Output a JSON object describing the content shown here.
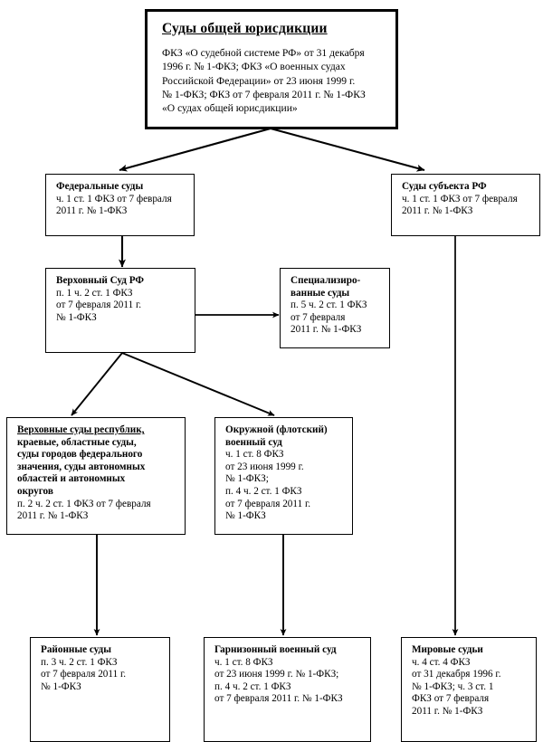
{
  "diagram": {
    "title_box": {
      "heading": "Суды общей юрисдикции",
      "body": "ФКЗ «О судебной системе  РФ» от 31 декабря\n1996 г. № 1-ФКЗ; ФКЗ «О военных судах\nРоссийской Федерации» от 23 июня 1999 г.\n№ 1-ФКЗ; ФКЗ от 7 февраля  2011 г. № 1-ФКЗ\n«О судах общей юрисдикции»"
    },
    "nodes": [
      {
        "id": "federal-courts",
        "heading": "Федеральные суды",
        "body": "ч. 1 ст. 1 ФКЗ от 7 февраля\n2011 г. № 1-ФКЗ"
      },
      {
        "id": "subject-courts",
        "heading": "Суды субъекта  РФ",
        "body": "ч. 1 ст. 1 ФКЗ от 7 февраля\n2011 г. № 1-ФКЗ"
      },
      {
        "id": "supreme-court-rf",
        "heading": "Верховный Суд РФ",
        "body": "п. 1 ч. 2 ст. 1 ФКЗ\nот 7 февраля 2011 г.\n№ 1-ФКЗ"
      },
      {
        "id": "specialized-courts",
        "heading": "Специализиро-\nванные суды",
        "body": "п. 5 ч. 2 ст. 1 ФКЗ\nот 7 февраля\n2011 г. № 1-ФКЗ"
      },
      {
        "id": "republic-supreme-courts",
        "heading_underlined": "Верховные суды республик,",
        "heading_rest": "краевые, областные суды,\nсуды городов федерального\nзначения, суды автономных\nобластей и автономных\nокругов",
        "body": "п. 2 ч. 2 ст. 1 ФКЗ от 7 февраля\n2011 г.  № 1-ФКЗ"
      },
      {
        "id": "district-naval-military-court",
        "heading": "Окружной (флотский)\nвоенный суд",
        "body": "ч. 1 ст. 8 ФКЗ\nот 23 июня 1999 г.\n№ 1-ФКЗ;\nп. 4 ч. 2 ст. 1 ФКЗ\nот 7 февраля 2011 г.\n№ 1-ФКЗ"
      },
      {
        "id": "district-courts",
        "heading": "Районные суды",
        "body": "п. 3 ч. 2 ст. 1 ФКЗ\nот 7 февраля 2011 г.\n№ 1-ФКЗ"
      },
      {
        "id": "garrison-military-court",
        "heading": "Гарнизонный военный суд",
        "body": "ч. 1 ст. 8 ФКЗ\nот 23 июня 1999 г. № 1-ФКЗ;\nп. 4  ч. 2 ст. 1 ФКЗ\nот 7 февраля 2011 г.  № 1-ФКЗ"
      },
      {
        "id": "justices-of-the-peace",
        "heading": "Мировые судьи",
        "body": "ч. 4 ст. 4 ФКЗ\nот 31 декабря 1996 г.\n№ 1-ФКЗ; ч. 3 ст. 1\nФКЗ от 7 февраля\n2011 г. № 1-ФКЗ"
      }
    ],
    "colors": {
      "line": "#000000",
      "box_border": "#000000",
      "background": "#ffffff",
      "text": "#000000"
    }
  }
}
